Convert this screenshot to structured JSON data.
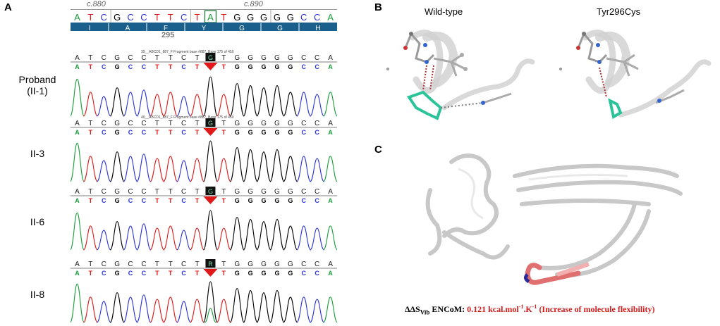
{
  "panels": {
    "a": {
      "letter": "A"
    },
    "b": {
      "letter": "B",
      "wildtype_label": "Wild-type",
      "mutant_label": "Tyr296Cys"
    },
    "c": {
      "letter": "C"
    }
  },
  "reference": {
    "bases": [
      "A",
      "T",
      "C",
      "G",
      "C",
      "C",
      "T",
      "T",
      "C",
      "T",
      "A",
      "T",
      "G",
      "G",
      "G",
      "G",
      "G",
      "C",
      "C",
      "A"
    ],
    "coord_left": "c.880",
    "coord_right": "c.890",
    "amino_acids": [
      "I",
      "A",
      "F",
      "Y",
      "G",
      "G",
      "H"
    ],
    "position": "295"
  },
  "samples": [
    {
      "label": "Proband\n(II-1)",
      "header": "39__ABCD1_887_F Fragment base #887, Base 175 of 450",
      "called": [
        "A",
        "T",
        "C",
        "G",
        "C",
        "C",
        "T",
        "T",
        "C",
        "T",
        "G",
        "T",
        "G",
        "G",
        "G",
        "G",
        "G",
        "C",
        "C",
        "A"
      ],
      "variant_base": "G",
      "variant_label": "G"
    },
    {
      "label": "II-3",
      "header": "40__ABCD1_887_F Fragment base #887, Base 175 of 450",
      "called": [
        "A",
        "T",
        "C",
        "G",
        "C",
        "C",
        "T",
        "T",
        "C",
        "T",
        "G",
        "T",
        "G",
        "G",
        "G",
        "G",
        "G",
        "C",
        "C",
        "A"
      ],
      "variant_base": "G",
      "variant_label": "G"
    },
    {
      "label": "II-6",
      "header": "",
      "called": [
        "A",
        "T",
        "C",
        "G",
        "C",
        "C",
        "T",
        "T",
        "C",
        "T",
        "G",
        "T",
        "G",
        "G",
        "G",
        "G",
        "G",
        "C",
        "C",
        "A"
      ],
      "variant_base": "G",
      "variant_label": "G"
    },
    {
      "label": "II-8",
      "header": "",
      "called": [
        "A",
        "T",
        "C",
        "G",
        "C",
        "C",
        "T",
        "T",
        "C",
        "T",
        "R",
        "T",
        "G",
        "G",
        "G",
        "G",
        "G",
        "C",
        "C",
        "A"
      ],
      "variant_base": "R",
      "variant_label": "R"
    }
  ],
  "caption": {
    "prefix": "ΔΔS",
    "sub": "Vib",
    "method": " ENCoM: ",
    "value": "0.121 kcal.mol",
    "unit1": "-1",
    "unit_mid": ".K",
    "unit2": "-1",
    "note": " (Increase of molecule flexibility)"
  },
  "colors": {
    "A": "#1a9e3a",
    "C": "#2a33d8",
    "G": "#000000",
    "T": "#e01818",
    "bar": "#1b5f8c",
    "accent": "#d41a1a",
    "ligand": "#2bc49a"
  }
}
